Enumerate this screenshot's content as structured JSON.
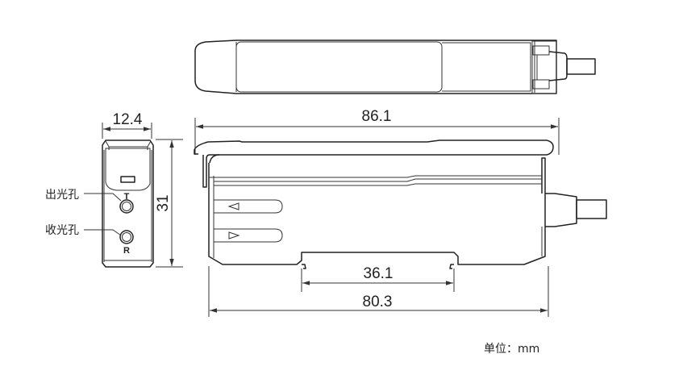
{
  "dimensions": {
    "total_length": "86.1",
    "body_length": "80.3",
    "rail_width": "36.1",
    "width": "12.4",
    "height": "31"
  },
  "labels": {
    "emitter_hole": "出光孔",
    "receiver_hole": "收光孔",
    "emitter_mark": "T",
    "receiver_mark": "R"
  },
  "unit_label": "单位：mm"
}
